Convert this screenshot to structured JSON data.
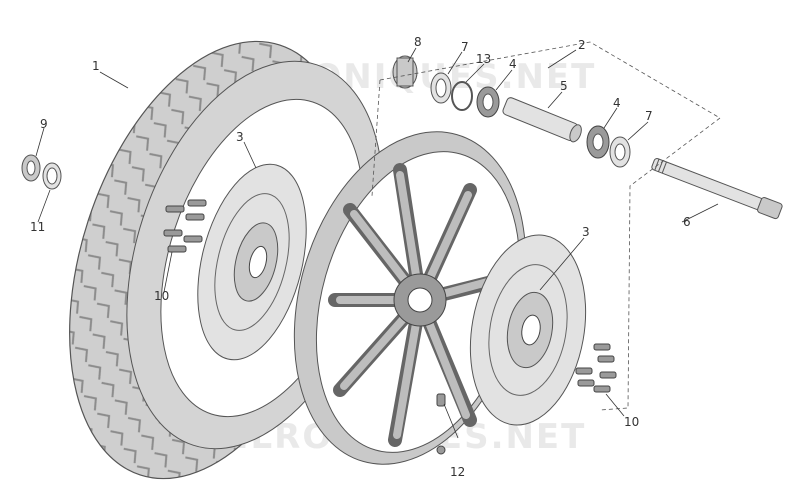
{
  "diagram": {
    "watermark": "MILRONIQUES.NET",
    "callouts": [
      {
        "id": "c1",
        "text": "1"
      },
      {
        "id": "c2",
        "text": "2"
      },
      {
        "id": "c3a",
        "text": "3"
      },
      {
        "id": "c3b",
        "text": "3"
      },
      {
        "id": "c4a",
        "text": "4"
      },
      {
        "id": "c4b",
        "text": "4"
      },
      {
        "id": "c5",
        "text": "5"
      },
      {
        "id": "c6",
        "text": "6"
      },
      {
        "id": "c7a",
        "text": "7"
      },
      {
        "id": "c7b",
        "text": "7"
      },
      {
        "id": "c8",
        "text": "8"
      },
      {
        "id": "c9",
        "text": "9"
      },
      {
        "id": "c10a",
        "text": "10"
      },
      {
        "id": "c10b",
        "text": "10"
      },
      {
        "id": "c11",
        "text": "11"
      },
      {
        "id": "c12",
        "text": "12"
      },
      {
        "id": "c13",
        "text": "13"
      }
    ]
  }
}
